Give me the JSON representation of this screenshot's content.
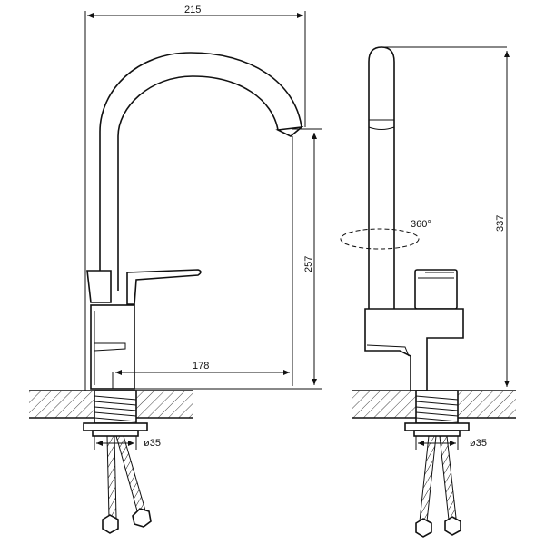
{
  "dimensions": {
    "overall_width": "215",
    "spout_height": "257",
    "spout_reach": "178",
    "base_diameter": "ø35",
    "total_height": "337",
    "rotation": "360°",
    "base_diameter_side": "ø35"
  },
  "colors": {
    "line": "#111111",
    "background": "#ffffff"
  }
}
